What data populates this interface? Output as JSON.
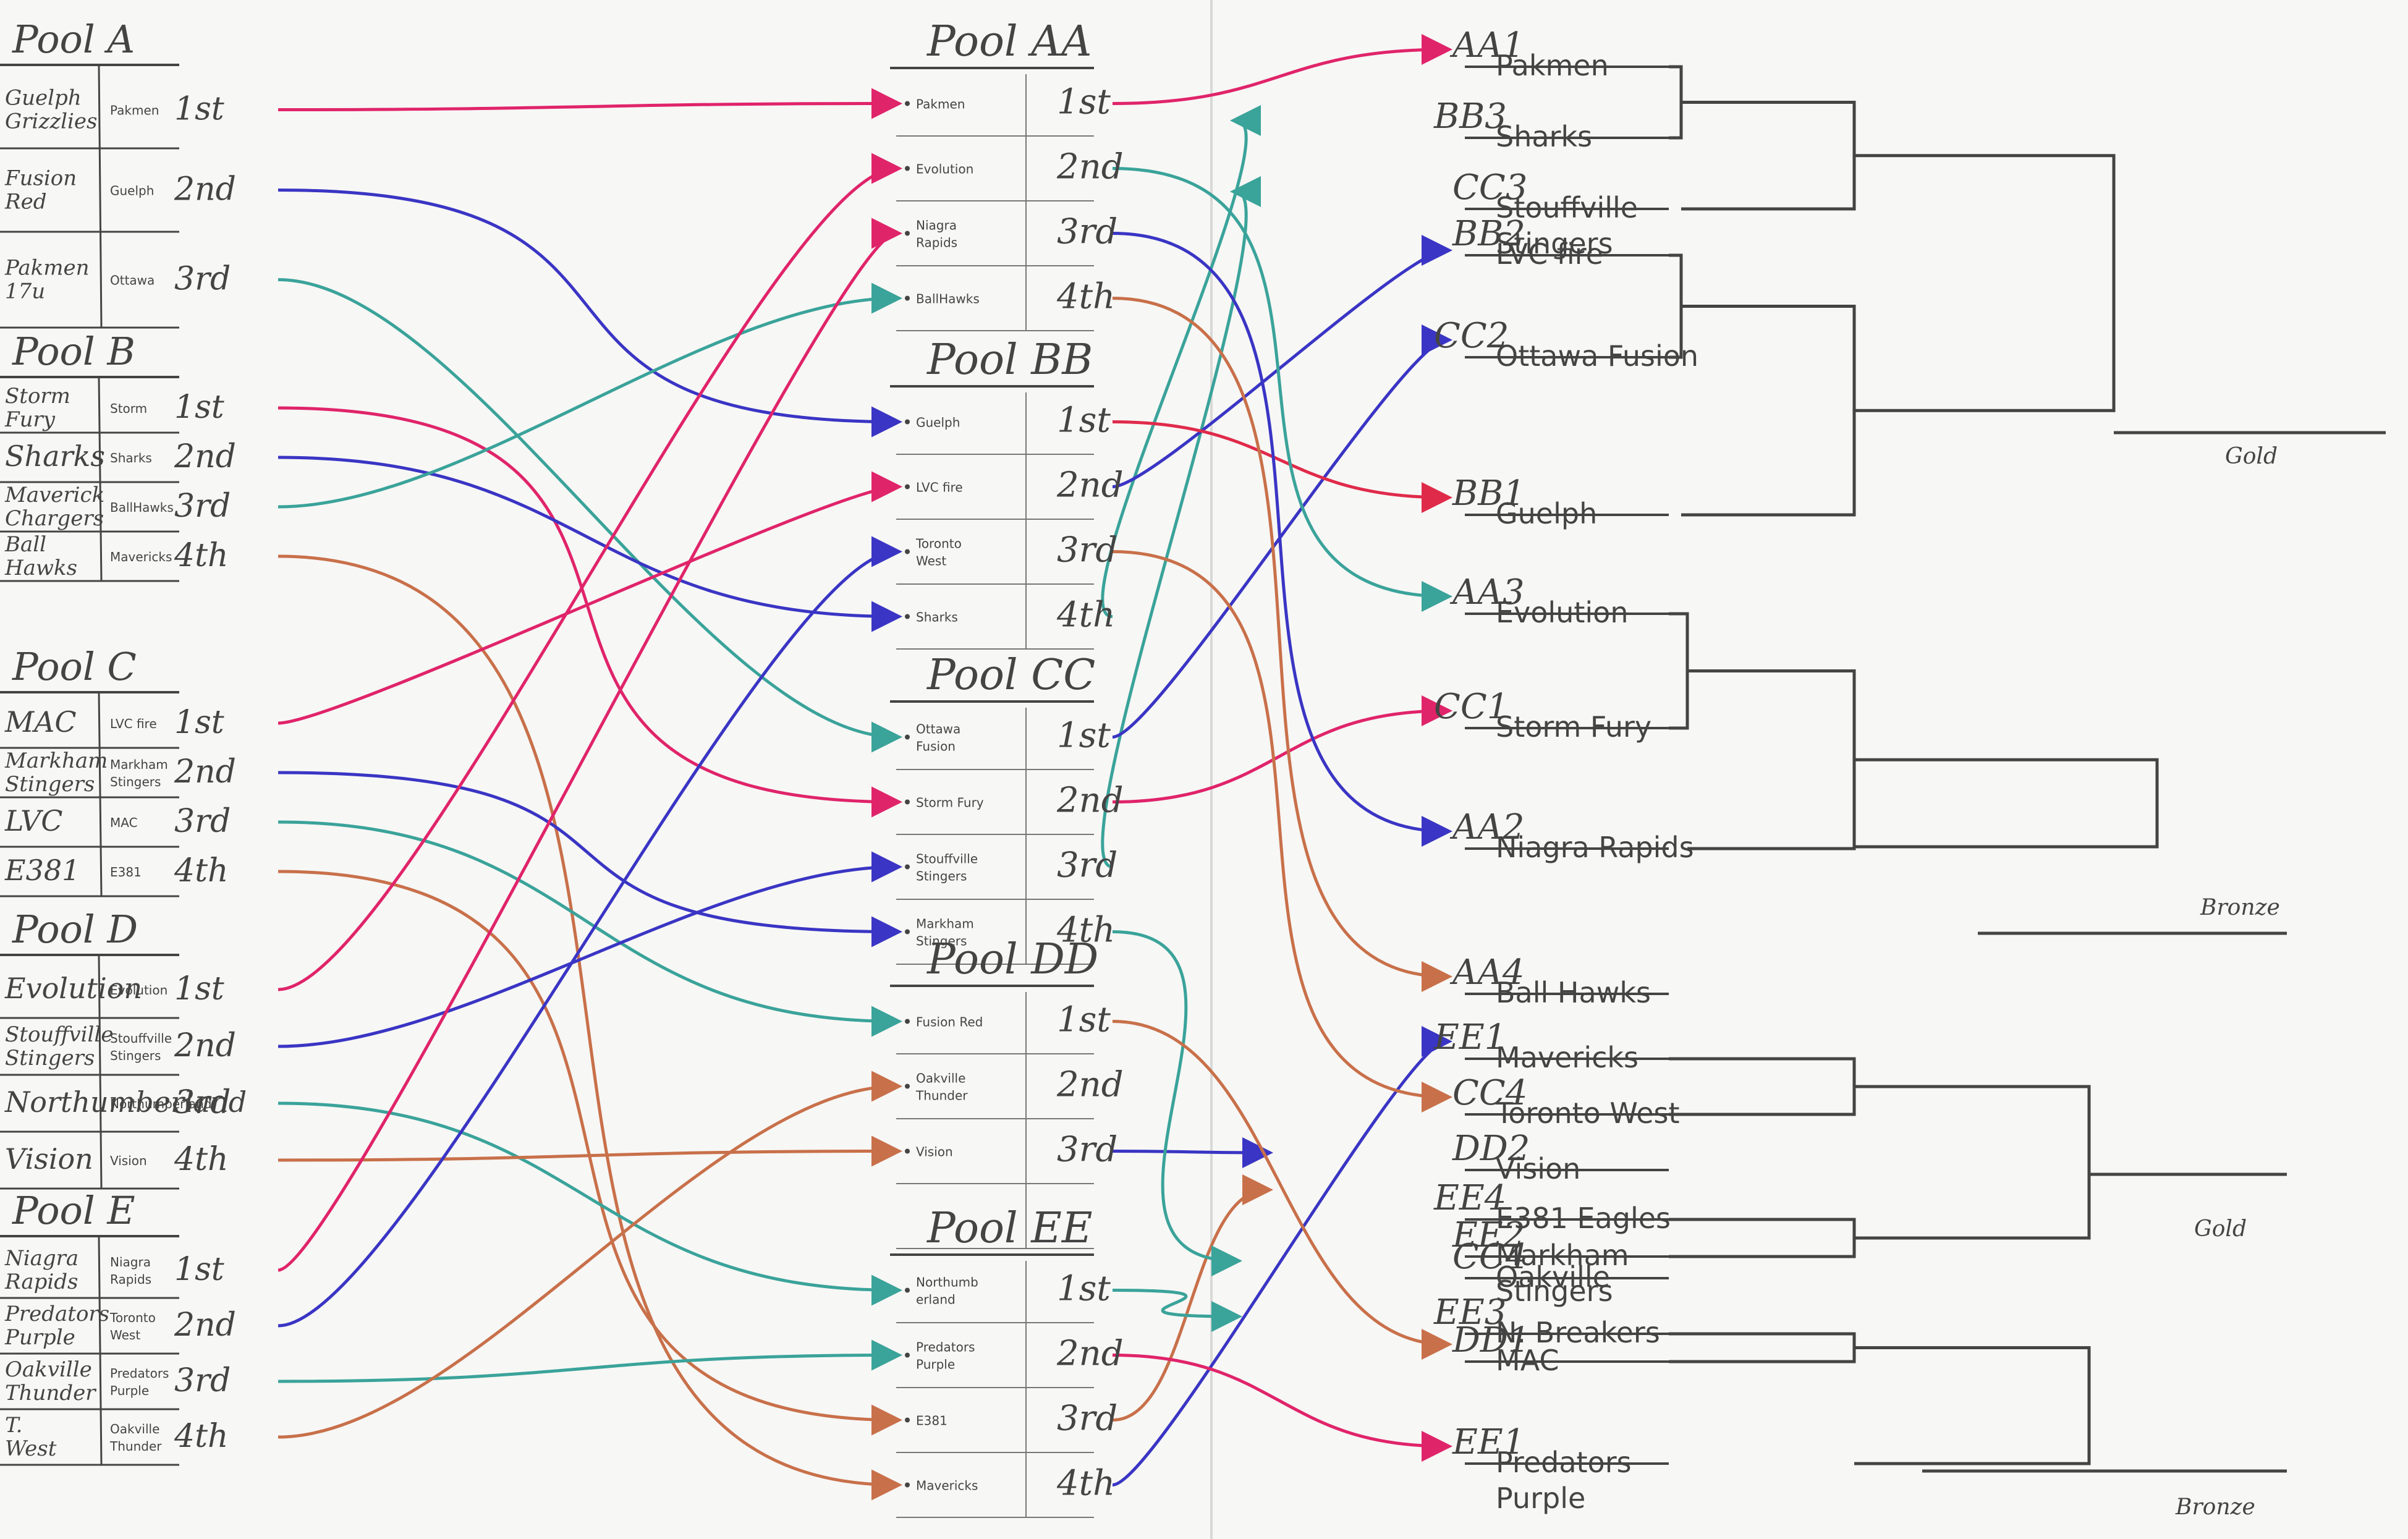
{
  "left_pools": [
    {
      "title": "Pool A",
      "rows": [
        {
          "hand": "Guelph Grizzlies",
          "typed": "Pakmen",
          "place": "1st"
        },
        {
          "hand": "Fusion Red",
          "typed": "Guelph",
          "place": "2nd"
        },
        {
          "hand": "Pakmen 17u",
          "typed": "Ottawa",
          "place": "3rd"
        }
      ]
    },
    {
      "title": "Pool B",
      "rows": [
        {
          "hand": "Storm Fury",
          "typed": "Storm",
          "place": "1st"
        },
        {
          "hand": "Sharks",
          "typed": "Sharks",
          "place": "2nd"
        },
        {
          "hand": "Maverick Chargers",
          "typed": "BallHawks",
          "place": "3rd"
        },
        {
          "hand": "Ball Hawks",
          "typed": "Mavericks",
          "place": "4th"
        }
      ]
    },
    {
      "title": "Pool C",
      "rows": [
        {
          "hand": "MAC",
          "typed": "LVC fire",
          "place": "1st"
        },
        {
          "hand": "Markham Stingers",
          "typed": "Markham Stingers",
          "place": "2nd"
        },
        {
          "hand": "LVC",
          "typed": "MAC",
          "place": "3rd"
        },
        {
          "hand": "E381",
          "typed": "E381",
          "place": "4th"
        }
      ]
    },
    {
      "title": "Pool D",
      "rows": [
        {
          "hand": "Evolution",
          "typed": "Evolution",
          "place": "1st"
        },
        {
          "hand": "Stouffville Stingers",
          "typed": "Stouffville Stingers",
          "place": "2nd"
        },
        {
          "hand": "Northumberland",
          "typed": "Northumberland",
          "place": "3rd"
        },
        {
          "hand": "Vision",
          "typed": "Vision",
          "place": "4th"
        }
      ]
    },
    {
      "title": "Pool E",
      "rows": [
        {
          "hand": "Niagra Rapids",
          "typed": "Niagra Rapids",
          "place": "1st"
        },
        {
          "hand": "Predators Purple",
          "typed": "Toronto West",
          "place": "2nd"
        },
        {
          "hand": "Oakville Thunder",
          "typed": "Predators Purple",
          "place": "3rd"
        },
        {
          "hand": "T. West",
          "typed": "Oakville Thunder",
          "place": "4th"
        }
      ]
    }
  ],
  "mid_pools": [
    {
      "title": "Pool AA",
      "entries": [
        "Pakmen",
        "Evolution",
        "Niagra Rapids",
        "BallHawks"
      ],
      "places": [
        "1st",
        "2nd",
        "3rd",
        "4th"
      ]
    },
    {
      "title": "Pool BB",
      "entries": [
        "Guelph",
        "LVC fire",
        "Toronto West",
        "Sharks"
      ],
      "places": [
        "1st",
        "2nd",
        "3rd",
        "4th"
      ]
    },
    {
      "title": "Pool CC",
      "entries": [
        "Ottawa Fusion",
        "Storm Fury",
        "Stouffville Stingers",
        "Markham Stingers"
      ],
      "places": [
        "1st",
        "2nd",
        "3rd",
        "4th"
      ]
    },
    {
      "title": "Pool DD",
      "entries": [
        "Fusion Red",
        "Oakville Thunder",
        "Vision"
      ],
      "places": [
        "1st",
        "2nd",
        "3rd"
      ]
    },
    {
      "title": "Pool EE",
      "entries": [
        "Northumb-erland",
        "Predators Purple",
        "E381",
        "Mavericks"
      ],
      "places": [
        "1st",
        "2nd",
        "3rd",
        "4th"
      ]
    }
  ],
  "bracket_top": [
    {
      "code": "AA1",
      "team": "Pakmen"
    },
    {
      "code": "BB3",
      "team": "Sharks"
    },
    {
      "code": "CC3",
      "team": "Stouffville Stingers"
    },
    {
      "code": "BB2",
      "team": "LVC fire"
    },
    {
      "code": "CC2",
      "team": "Ottawa Fusion"
    },
    {
      "code": "BB1",
      "team": "Guelph"
    },
    {
      "code": "AA3",
      "team": "Evolution"
    },
    {
      "code": "CC1",
      "team": "Storm Fury"
    },
    {
      "code": "AA2",
      "team": "Niagra Rapids"
    }
  ],
  "bracket_bottom": [
    {
      "code": "AA4",
      "team": "Ball Hawks"
    },
    {
      "code": "EE1",
      "team": "Mavericks"
    },
    {
      "code": "CC4",
      "team": "Toronto West"
    },
    {
      "code": "DD2",
      "team": "Vision"
    },
    {
      "code": "EE4",
      "team": "E381 Eagles"
    },
    {
      "code": "EE2",
      "team": "Markham Stingers"
    },
    {
      "code": "CC4",
      "team": "Oakville"
    },
    {
      "code": "EE3",
      "team": "N. Breakers"
    },
    {
      "code": "DD1",
      "team": "MAC"
    },
    {
      "code": "EE1",
      "team": "Predators Purple"
    }
  ],
  "finals": {
    "gold_top": "Gold",
    "bronze_top": "Bronze",
    "gold_bottom": "Gold",
    "bronze_bottom": "Bronze"
  },
  "colors": {
    "pink": "#e0246a",
    "blue": "#3a35c4",
    "teal": "#3aa39a",
    "orange": "#c8704a",
    "red": "#e02a4a",
    "ink": "#444444"
  }
}
